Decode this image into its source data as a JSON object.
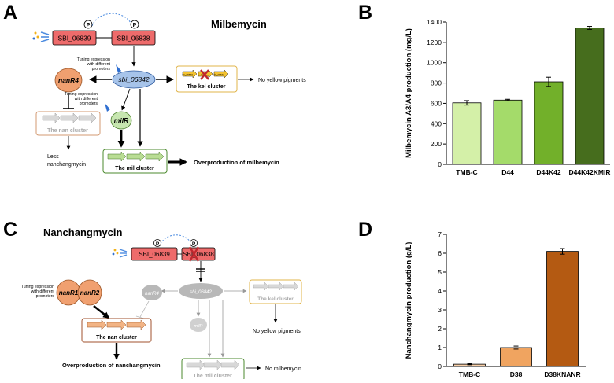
{
  "panels": {
    "A": {
      "letter": "A",
      "title": "Milbemycin",
      "gene_left": "SBI_06839",
      "gene_right": "SBI_06838",
      "phospho": "P",
      "regulator": "sbi_06842",
      "nanR4": "nanR4",
      "milR": "milR",
      "tuning_top": [
        "Tuning expression",
        "with different",
        "promoters"
      ],
      "tuning_mid": [
        "Tuning expression",
        "with different",
        "promoters"
      ],
      "kel_cluster": "The kel cluster",
      "nan_cluster": "The nan cluster",
      "mil_cluster": "The mil cluster",
      "no_yellow": "No yellow pigments",
      "less_nan": [
        "Less",
        "nanchangmycin"
      ],
      "overproduction": "Overproduction of milbemycin",
      "kel_gene_labels": [
        "sbi_06840",
        "kelY",
        "sbi_06843"
      ]
    },
    "C": {
      "letter": "C",
      "title": "Nanchangmycin",
      "gene_left": "SBI_06839",
      "gene_right": "SBI_06838",
      "phospho": "P",
      "regulator": "sbi_06842",
      "nanR1": "nanR1",
      "nanR2": "nanR2",
      "nanR4": "nanR4",
      "milR": "milR",
      "tuning": [
        "Tuning expression",
        "with different",
        "promoters"
      ],
      "kel_cluster": "The kel cluster",
      "nan_cluster": "The nan cluster",
      "mil_cluster": "The mil cluster",
      "no_yellow": "No yellow pigments",
      "no_mil": "No milbemycin",
      "overproduction": "Overproduction of nanchangmycin"
    }
  },
  "chart_data": [
    {
      "panel": "B",
      "type": "bar",
      "categories": [
        "TMB-C",
        "D44",
        "D44K42",
        "D44K42KMIR"
      ],
      "values": [
        605,
        632,
        812,
        1342
      ],
      "errors": [
        22,
        8,
        45,
        15
      ],
      "colors": [
        "#d4f0a8",
        "#a4db6a",
        "#72b02a",
        "#466d1d"
      ],
      "ylabel": "Milbemycin A3/A4 production (mg/L)",
      "ylim": [
        0,
        1400
      ],
      "yticks": [
        "0",
        "200",
        "400",
        "600",
        "800",
        "1000",
        "1200",
        "1400"
      ]
    },
    {
      "panel": "D",
      "type": "bar",
      "categories": [
        "TMB-C",
        "D38",
        "D38KNANR"
      ],
      "values": [
        0.12,
        1.0,
        6.1
      ],
      "errors": [
        0.03,
        0.08,
        0.15
      ],
      "colors": [
        "#f8cfa8",
        "#f0a460",
        "#b45a12"
      ],
      "ylabel": "Nanchangmycin production (g/L)",
      "ylim": [
        0,
        7
      ],
      "yticks": [
        "0",
        "1",
        "2",
        "3",
        "4",
        "5",
        "6",
        "7"
      ]
    }
  ]
}
